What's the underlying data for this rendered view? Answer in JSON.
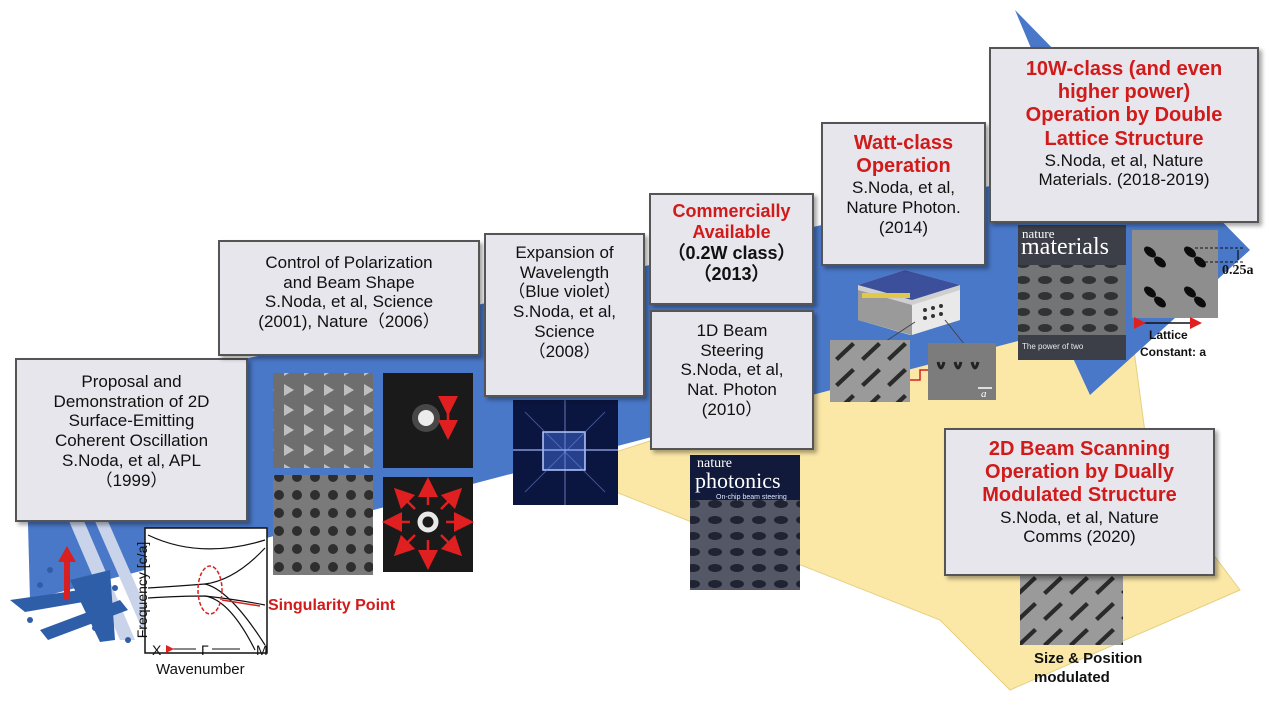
{
  "colors": {
    "arrow_blue": "#4a78c8",
    "arrow_yellow": "#fbe8a6",
    "box_bg": "#e6e6ec",
    "highlight_red": "#d11a1a",
    "arrow_red": "#e02020"
  },
  "milestones": [
    {
      "lines": [
        "Proposal and",
        "Demonstration of 2D",
        "Surface-Emitting",
        "Coherent Oscillation",
        "S.Noda, et al, APL",
        "（1999）"
      ]
    },
    {
      "lines": [
        "Control of Polarization",
        "and Beam Shape",
        "S.Noda, et al, Science",
        "(2001), Nature（2006）"
      ]
    },
    {
      "lines": [
        "Expansion of",
        "Wavelength",
        "（Blue violet）",
        "S.Noda, et al,",
        "Science",
        "（2008）"
      ]
    },
    {
      "red_lines": [
        "Commercially",
        "Available"
      ],
      "bold_lines": [
        "（0.2W class）",
        "（2013）"
      ]
    },
    {
      "lines": [
        "1D Beam",
        "Steering",
        "S.Noda, et al,",
        "Nat. Photon",
        "(2010）"
      ]
    },
    {
      "red_lines": [
        "Watt-class",
        "Operation"
      ],
      "lines": [
        "S.Noda, et al,",
        "Nature Photon.",
        "(2014)"
      ]
    },
    {
      "red_lines": [
        "10W-class (and even",
        "higher power)",
        "Operation by Double",
        "Lattice Structure"
      ],
      "lines": [
        "S.Noda, et al, Nature",
        "Materials. (2018-2019)"
      ]
    },
    {
      "red_lines": [
        "2D Beam Scanning",
        "Operation by Dually",
        "Modulated Structure"
      ],
      "lines": [
        "S.Noda, et al, Nature",
        "Comms (2020)"
      ]
    }
  ],
  "band_diagram": {
    "ylabel": "Frequency [c/a]",
    "xlabel": "Wavenumber",
    "ticks": [
      "X",
      "Γ",
      "M"
    ],
    "annotation": "Singularity Point"
  },
  "covers": {
    "photonics_title": "nature",
    "photonics_subtitle": "photonics",
    "photonics_caption": "On-chip beam steering",
    "materials_title": "nature",
    "materials_subtitle": "materials",
    "materials_caption": "The power of two"
  },
  "lattice": {
    "spacing": "0.25a",
    "label_line1": "Lattice",
    "label_line2": "Constant: a",
    "scale_mark": "a"
  },
  "scanning_caption": [
    "Size & Position",
    "modulated"
  ]
}
